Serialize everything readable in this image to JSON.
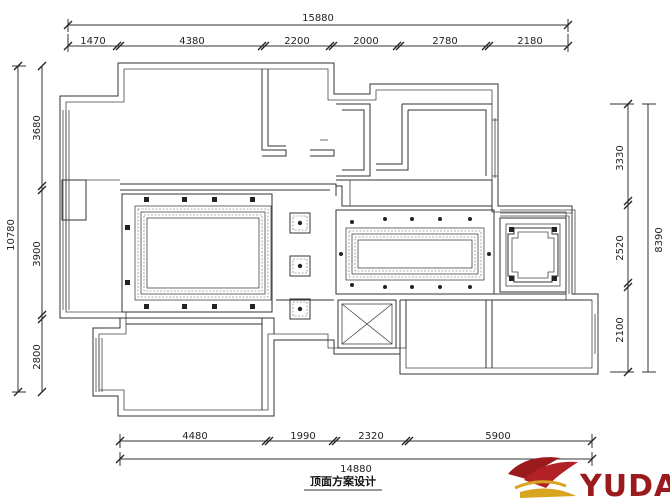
{
  "dimensions": {
    "top_total": "15880",
    "top_segments": [
      "1470",
      "4380",
      "2200",
      "2000",
      "2780",
      "2180"
    ],
    "bottom_total": "14880",
    "bottom_segments": [
      "4480",
      "1990",
      "2320",
      "5900"
    ],
    "left_total": "10780",
    "left_segments": [
      "3680",
      "3900",
      "2800"
    ],
    "right_total": "8390",
    "right_segments": [
      "3330",
      "2520",
      "2100"
    ]
  },
  "caption": "顶面方案设计",
  "logo": {
    "text": "YUDA",
    "color": "#9a1a1e",
    "accent": "#d9a520"
  }
}
